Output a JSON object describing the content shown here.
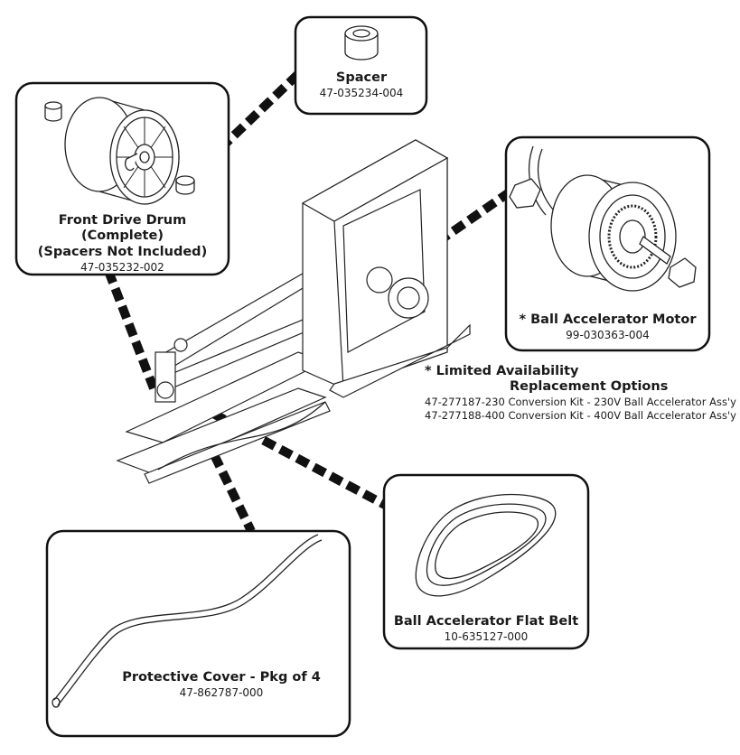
{
  "parts": {
    "spacer": {
      "title": "Spacer",
      "part_number": "47-035234-004"
    },
    "front_drive_drum": {
      "title_line1": "Front Drive Drum (Complete)",
      "title_line2": "(Spacers Not Included)",
      "part_number": "47-035232-002"
    },
    "ball_accelerator_motor": {
      "title": "* Ball Accelerator Motor",
      "part_number": "99-030363-004"
    },
    "flat_belt": {
      "title": "Ball Accelerator Flat Belt",
      "part_number": "10-635127-000"
    },
    "protective_cover": {
      "title": "Protective Cover - Pkg of 4",
      "part_number": "47-862787-000"
    }
  },
  "limited_availability": {
    "title_line1": "* Limited Availability",
    "title_line2": "Replacement Options",
    "options": [
      "47-277187-230 Conversion Kit - 230V Ball Accelerator Ass'y",
      "47-277188-400 Conversion Kit - 400V Ball Accelerator Ass'y"
    ]
  }
}
